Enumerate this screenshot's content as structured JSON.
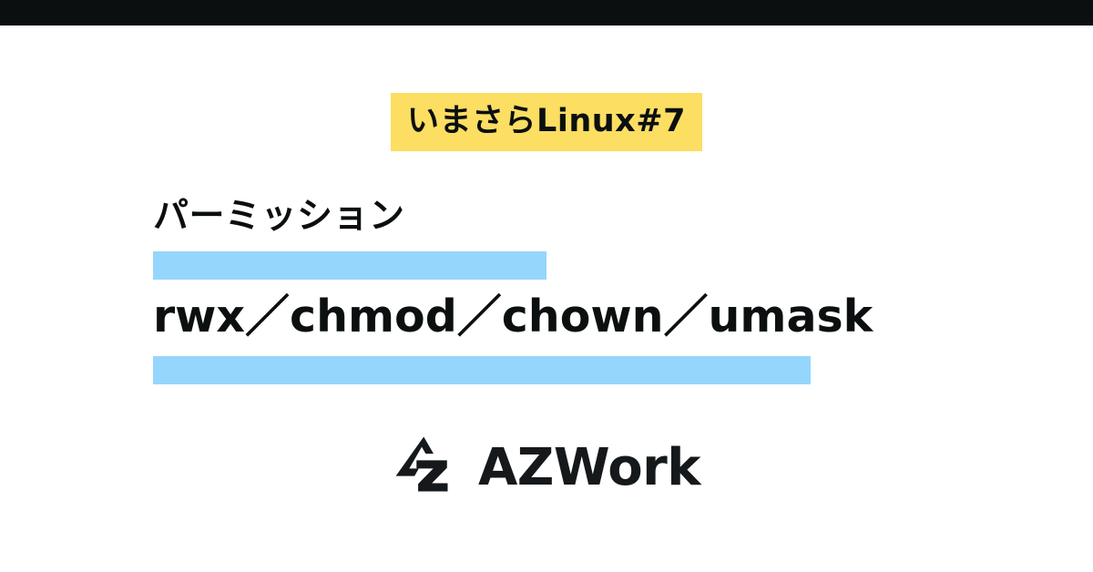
{
  "card": {
    "background_color": "#ffffff",
    "bar_color": "#0b0f10",
    "badge_color": "#fbde62",
    "rule_color": "#95d6fc",
    "text_color": "#0b0f10"
  },
  "badge": {
    "label": "いまさらLinux#7"
  },
  "title": {
    "line1": "パーミッション",
    "line2": "rwx／chmod／chown／umask"
  },
  "logo": {
    "mark_name": "azwork-az-monogram",
    "wordmark": "AZWork"
  }
}
